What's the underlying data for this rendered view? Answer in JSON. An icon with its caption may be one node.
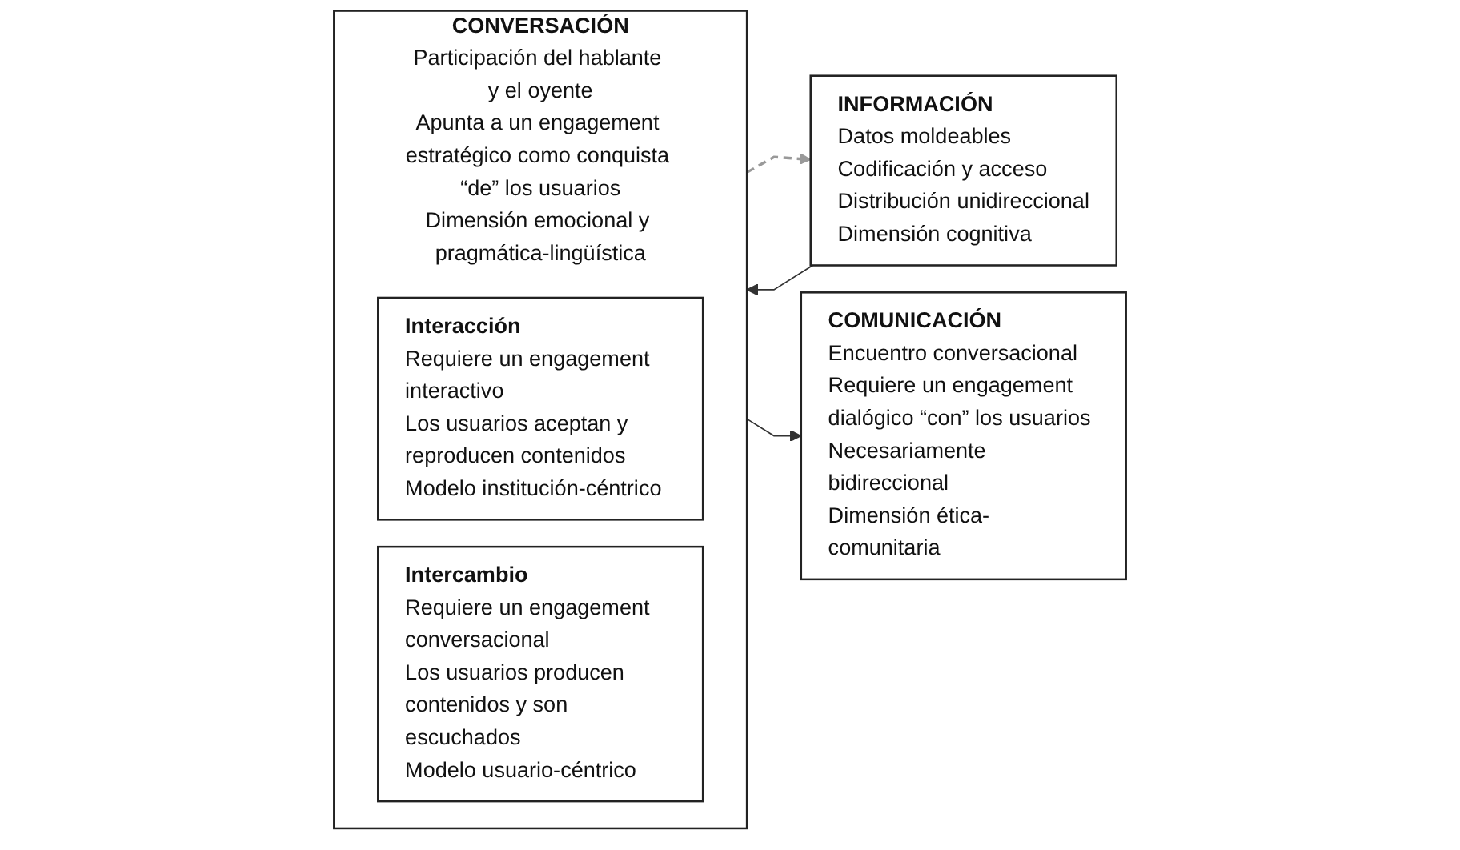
{
  "diagram": {
    "nodes": [
      {
        "text": [
          "INFORMACIÓN",
          "Datos moldeables",
          "Codificación y acceso",
          "Distribución unidireccional",
          "Dimensión cognitiva"
        ]
      },
      {
        "text": [
          "CONVERSACIÓN",
          "Participación del hablante y el oyente",
          "Apunta a un engagement estratégico como conquista “de” los usuarios",
          "Dimensión emocional y pragmática-lingüística"
        ]
      },
      {
        "text": [
          "Interacción",
          "Requiere un engagement interactivo",
          "Los usuarios aceptan y reproducen contenidos",
          "Modelo institución-céntrico"
        ],
        "in": 1
      },
      {
        "text": [
          "Intercambio",
          "Requiere un engagement conversacional",
          "Los usuarios producen contenidos y son escuchados",
          "Modelo usuario-céntrico"
        ],
        "in": 1
      },
      {
        "text": [
          "COMUNICACIÓN",
          "Encuentro conversacional",
          "Requiere un engagement dialógico “con” los usuarios",
          "Necesariamente bidireccional",
          "Dimensión ética-comunitaria"
        ]
      }
    ],
    "edges": [
      {
        "from": 0,
        "to": 1,
        "arrow": "to"
      },
      {
        "from": 1,
        "to": 0,
        "arrow": "to",
        "style": "dashed",
        "color": "#999999"
      },
      {
        "from": 1,
        "to": 4,
        "arrow": "to"
      }
    ]
  }
}
